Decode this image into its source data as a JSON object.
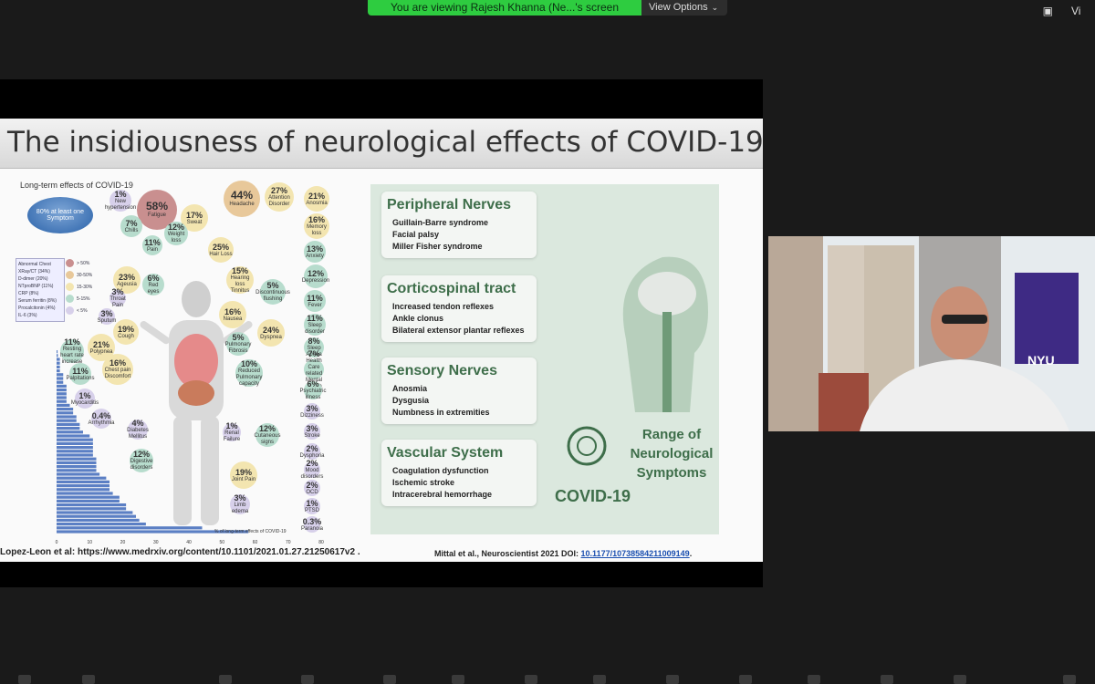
{
  "banner": {
    "text": "You are viewing Rajesh Khanna (Ne...'s screen"
  },
  "view_options": {
    "label": "View Options"
  },
  "top_right": {
    "truncated": "Vi"
  },
  "slide": {
    "title": "The insidiousness of neurological effects of COVID-19",
    "left_figure": {
      "title": "Long-term effects of COVID-19",
      "pie_label": "80% at least one Symptom",
      "legend_title": "Abnormal Chest XRay/CT (34%)",
      "legend_items": [
        "D-dimer (20%)",
        "NTproBNP (11%)",
        "CRP (8%)",
        "Serum ferritin (8%)",
        "Procalcitonin (4%)",
        "IL-6 (3%)"
      ],
      "scale_items": [
        "> 50%",
        "30-50%",
        "15-30%",
        "5-15%",
        "< 5%"
      ],
      "symptoms": [
        {
          "pct": "58%",
          "name": "Fatigue"
        },
        {
          "pct": "44%",
          "name": "Headache"
        },
        {
          "pct": "27%",
          "name": "Attention Disorder"
        },
        {
          "pct": "21%",
          "name": "Anosmia"
        },
        {
          "pct": "16%",
          "name": "Memory loss"
        },
        {
          "pct": "13%",
          "name": "Anxiety"
        },
        {
          "pct": "12%",
          "name": "Depression"
        },
        {
          "pct": "11%",
          "name": "Fever"
        },
        {
          "pct": "11%",
          "name": "Sleep disorder"
        },
        {
          "pct": "8%",
          "name": "Sleep Apnea"
        },
        {
          "pct": "7%",
          "name": "Health Care related Mental Health"
        },
        {
          "pct": "6%",
          "name": "Psychiatric illness"
        },
        {
          "pct": "3%",
          "name": "Dizziness"
        },
        {
          "pct": "3%",
          "name": "Stroke"
        },
        {
          "pct": "2%",
          "name": "Dysphoria"
        },
        {
          "pct": "2%",
          "name": "Mood disorders"
        },
        {
          "pct": "2%",
          "name": "OCD"
        },
        {
          "pct": "1%",
          "name": "PTSD"
        },
        {
          "pct": "0.3%",
          "name": "Paranoia"
        },
        {
          "pct": "1%",
          "name": "New hypertension"
        },
        {
          "pct": "17%",
          "name": "Sweat"
        },
        {
          "pct": "7%",
          "name": "Chills"
        },
        {
          "pct": "11%",
          "name": "Pain"
        },
        {
          "pct": "12%",
          "name": "Weight loss"
        },
        {
          "pct": "25%",
          "name": "Hair Loss"
        },
        {
          "pct": "23%",
          "name": "Ageusia"
        },
        {
          "pct": "6%",
          "name": "Red eyes"
        },
        {
          "pct": "15%",
          "name": "Hearing loss Tinnitus"
        },
        {
          "pct": "5%",
          "name": "Discontinuous flushing"
        },
        {
          "pct": "3%",
          "name": "Throat Pain"
        },
        {
          "pct": "3%",
          "name": "Sputum"
        },
        {
          "pct": "16%",
          "name": "Nausea"
        },
        {
          "pct": "24%",
          "name": "Dyspnea"
        },
        {
          "pct": "19%",
          "name": "Cough"
        },
        {
          "pct": "21%",
          "name": "Polypnea"
        },
        {
          "pct": "11%",
          "name": "Resting heart rate increase"
        },
        {
          "pct": "5%",
          "name": "Pulmonary Fibrosis"
        },
        {
          "pct": "16%",
          "name": "Chest pain Discomfort"
        },
        {
          "pct": "11%",
          "name": "Palpitations"
        },
        {
          "pct": "10%",
          "name": "Reduced Pulmonary capacity"
        },
        {
          "pct": "1%",
          "name": "Myocarditis"
        },
        {
          "pct": "0.4%",
          "name": "Arrhythmia"
        },
        {
          "pct": "4%",
          "name": "Diabetes Mellitus"
        },
        {
          "pct": "1%",
          "name": "Renal Failure"
        },
        {
          "pct": "12%",
          "name": "Cutaneous signs"
        },
        {
          "pct": "12%",
          "name": "Digestive disorders"
        },
        {
          "pct": "19%",
          "name": "Joint Pain"
        },
        {
          "pct": "3%",
          "name": "Limb edema"
        }
      ],
      "bar_axis_label": "% of long-term effects of COVID-19",
      "bar_ticks": [
        "0",
        "10",
        "20",
        "30",
        "40",
        "50",
        "60",
        "70",
        "80"
      ],
      "source": "Lopez-Leon et al: https://www.medrxiv.org/content/10.1101/2021.01.27.21250617v2 ."
    },
    "right_figure": {
      "cards": [
        {
          "title": "Peripheral Nerves",
          "items": [
            "Guillain-Barre syndrome",
            "Facial palsy",
            "Miller Fisher syndrome"
          ]
        },
        {
          "title": "Corticospinal tract",
          "items": [
            "Increased tendon reflexes",
            "Ankle clonus",
            "Bilateral extensor plantar reflexes"
          ]
        },
        {
          "title": "Sensory Nerves",
          "items": [
            "Anosmia",
            "Dysgusia",
            "Numbness in extremities"
          ]
        },
        {
          "title": "Vascular System",
          "items": [
            "Coagulation dysfunction",
            "Ischemic stroke",
            "Intracerebral hemorrhage"
          ]
        }
      ],
      "range_label": "Range of Neurological Symptoms",
      "virus_label": "COVID-19"
    },
    "citation": {
      "text": "Mittal et al., Neuroscientist 2021 DOI: ",
      "doi": "10.1177/10738584211009149",
      "tail": "."
    }
  },
  "camera": {
    "sign": "NYU"
  },
  "colors": {
    "banner": "#2ecc40",
    "card_title": "#3e6e4a",
    "panel": "#dbe8de"
  }
}
